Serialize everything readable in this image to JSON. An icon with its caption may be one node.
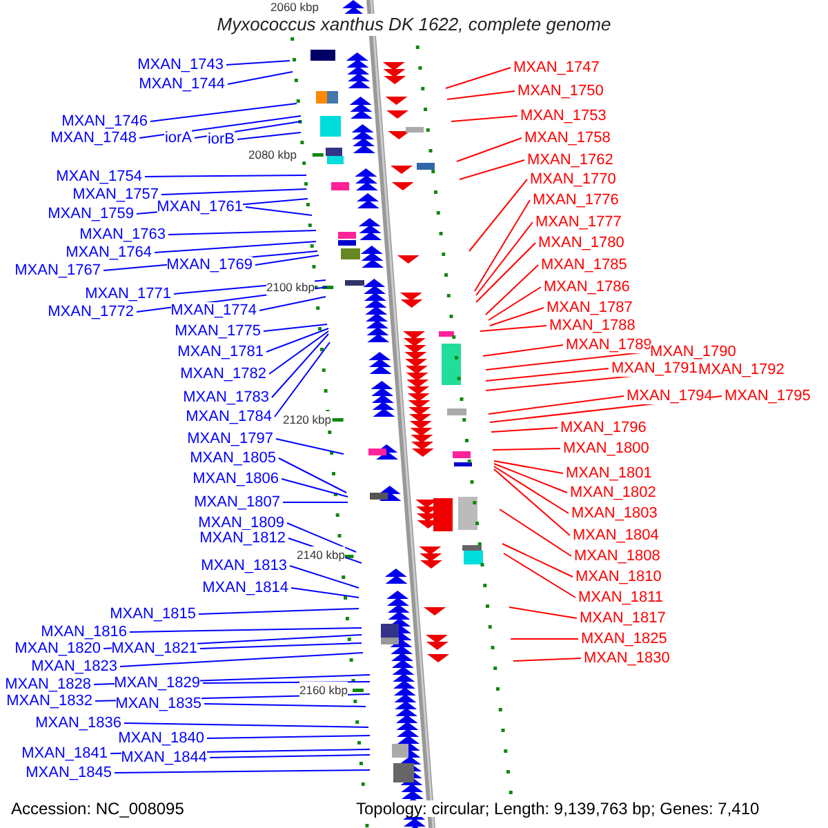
{
  "diagram": {
    "title": "Myxococcus xanthus DK 1622, complete genome",
    "nodes": [
      {
        "text": [
          "MXAN_1743"
        ]
      },
      {
        "text": [
          "MXAN_1744"
        ]
      },
      {
        "text": [
          "MXAN_1746"
        ]
      },
      {
        "text": [
          "MXAN_1748"
        ]
      },
      {
        "text": [
          "iorA"
        ]
      },
      {
        "text": [
          "iorB"
        ]
      },
      {
        "text": [
          "MXAN_1754"
        ]
      },
      {
        "text": [
          "MXAN_1757"
        ]
      },
      {
        "text": [
          "MXAN_1759"
        ]
      },
      {
        "text": [
          "MXAN_1761"
        ]
      },
      {
        "text": [
          "MXAN_1763"
        ]
      },
      {
        "text": [
          "MXAN_1764"
        ]
      },
      {
        "text": [
          "MXAN_1767"
        ]
      },
      {
        "text": [
          "MXAN_1769"
        ]
      },
      {
        "text": [
          "MXAN_1771"
        ]
      },
      {
        "text": [
          "MXAN_1772"
        ]
      },
      {
        "text": [
          "MXAN_1774"
        ]
      },
      {
        "text": [
          "MXAN_1775"
        ]
      },
      {
        "text": [
          "MXAN_1781"
        ]
      },
      {
        "text": [
          "MXAN_1782"
        ]
      },
      {
        "text": [
          "MXAN_1783"
        ]
      },
      {
        "text": [
          "MXAN_1784"
        ]
      },
      {
        "text": [
          "MXAN_1797"
        ]
      },
      {
        "text": [
          "MXAN_1805"
        ]
      },
      {
        "text": [
          "MXAN_1806"
        ]
      },
      {
        "text": [
          "MXAN_1807"
        ]
      },
      {
        "text": [
          "MXAN_1809"
        ]
      },
      {
        "text": [
          "MXAN_1812"
        ]
      },
      {
        "text": [
          "MXAN_1813"
        ]
      },
      {
        "text": [
          "MXAN_1814"
        ]
      },
      {
        "text": [
          "MXAN_1815"
        ]
      },
      {
        "text": [
          "MXAN_1816"
        ]
      },
      {
        "text": [
          "MXAN_1820"
        ]
      },
      {
        "text": [
          "MXAN_1821"
        ]
      },
      {
        "text": [
          "MXAN_1823"
        ]
      },
      {
        "text": [
          "MXAN_1828"
        ]
      },
      {
        "text": [
          "MXAN_1829"
        ]
      },
      {
        "text": [
          "MXAN_1832"
        ]
      },
      {
        "text": [
          "MXAN_1835"
        ]
      },
      {
        "text": [
          "MXAN_1836"
        ]
      },
      {
        "text": [
          "MXAN_1840"
        ]
      },
      {
        "text": [
          "MXAN_1841"
        ]
      },
      {
        "text": [
          "MXAN_1844"
        ]
      },
      {
        "text": [
          "MXAN_1845"
        ]
      },
      {
        "text": [
          "MXAN_1747"
        ]
      },
      {
        "text": [
          "MXAN_1750"
        ]
      },
      {
        "text": [
          "MXAN_1753"
        ]
      },
      {
        "text": [
          "MXAN_1758"
        ]
      },
      {
        "text": [
          "MXAN_1762"
        ]
      },
      {
        "text": [
          "MXAN_1770"
        ]
      },
      {
        "text": [
          "MXAN_1776"
        ]
      },
      {
        "text": [
          "MXAN_1777"
        ]
      },
      {
        "text": [
          "MXAN_1780"
        ]
      },
      {
        "text": [
          "MXAN_1785"
        ]
      },
      {
        "text": [
          "MXAN_1786"
        ]
      },
      {
        "text": [
          "MXAN_1787"
        ]
      },
      {
        "text": [
          "MXAN_1788"
        ]
      },
      {
        "text": [
          "MXAN_1789"
        ]
      },
      {
        "text": [
          "MXAN_1790"
        ]
      },
      {
        "text": [
          "MXAN_1791"
        ]
      },
      {
        "text": [
          "MXAN_1792"
        ]
      },
      {
        "text": [
          "MXAN_1794"
        ]
      },
      {
        "text": [
          "MXAN_1795"
        ]
      },
      {
        "text": [
          "MXAN_1796"
        ]
      },
      {
        "text": [
          "MXAN_1800"
        ]
      },
      {
        "text": [
          "MXAN_1801"
        ]
      },
      {
        "text": [
          "MXAN_1802"
        ]
      },
      {
        "text": [
          "MXAN_1803"
        ]
      },
      {
        "text": [
          "MXAN_1804"
        ]
      },
      {
        "text": [
          "MXAN_1808"
        ]
      },
      {
        "text": [
          "MXAN_1810"
        ]
      },
      {
        "text": [
          "MXAN_1811"
        ]
      },
      {
        "text": [
          "MXAN_1817"
        ]
      },
      {
        "text": [
          "MXAN_1825"
        ]
      },
      {
        "text": [
          "MXAN_1830"
        ]
      }
    ],
    "edges": [
      {
        "from": 0,
        "to": null,
        "arrow": "none"
      },
      {
        "from": 1,
        "to": null,
        "arrow": "none"
      },
      {
        "from": 2,
        "to": null,
        "arrow": "none"
      },
      {
        "from": 3,
        "to": null,
        "arrow": "none"
      },
      {
        "from": 4,
        "to": null,
        "arrow": "none"
      },
      {
        "from": 5,
        "to": null,
        "arrow": "none"
      },
      {
        "from": 6,
        "to": null,
        "arrow": "none"
      },
      {
        "from": 7,
        "to": null,
        "arrow": "none"
      },
      {
        "from": 8,
        "to": null,
        "arrow": "none"
      },
      {
        "from": 9,
        "to": null,
        "arrow": "none"
      },
      {
        "from": 10,
        "to": null,
        "arrow": "none"
      },
      {
        "from": 11,
        "to": null,
        "arrow": "none"
      },
      {
        "from": 12,
        "to": null,
        "arrow": "none"
      },
      {
        "from": 13,
        "to": null,
        "arrow": "none"
      },
      {
        "from": 14,
        "to": null,
        "arrow": "none"
      },
      {
        "from": 15,
        "to": null,
        "arrow": "none"
      },
      {
        "from": 16,
        "to": null,
        "arrow": "none"
      },
      {
        "from": 17,
        "to": null,
        "arrow": "none"
      },
      {
        "from": 18,
        "to": null,
        "arrow": "none"
      },
      {
        "from": 19,
        "to": null,
        "arrow": "none"
      },
      {
        "from": 20,
        "to": null,
        "arrow": "none"
      },
      {
        "from": 21,
        "to": null,
        "arrow": "none"
      },
      {
        "from": 22,
        "to": null,
        "arrow": "none"
      },
      {
        "from": 23,
        "to": null,
        "arrow": "none"
      },
      {
        "from": 24,
        "to": null,
        "arrow": "none"
      },
      {
        "from": 25,
        "to": null,
        "arrow": "none"
      },
      {
        "from": 26,
        "to": null,
        "arrow": "none"
      },
      {
        "from": 27,
        "to": null,
        "arrow": "none"
      },
      {
        "from": 28,
        "to": null,
        "arrow": "none"
      },
      {
        "from": 29,
        "to": null,
        "arrow": "none"
      },
      {
        "from": 30,
        "to": null,
        "arrow": "none"
      },
      {
        "from": 31,
        "to": null,
        "arrow": "none"
      },
      {
        "from": 32,
        "to": null,
        "arrow": "none"
      },
      {
        "from": 33,
        "to": null,
        "arrow": "none"
      },
      {
        "from": 34,
        "to": null,
        "arrow": "none"
      },
      {
        "from": 35,
        "to": null,
        "arrow": "none"
      },
      {
        "from": 36,
        "to": null,
        "arrow": "none"
      },
      {
        "from": 37,
        "to": null,
        "arrow": "none"
      },
      {
        "from": 38,
        "to": null,
        "arrow": "none"
      },
      {
        "from": 39,
        "to": null,
        "arrow": "none"
      },
      {
        "from": 40,
        "to": null,
        "arrow": "none"
      },
      {
        "from": 41,
        "to": null,
        "arrow": "none"
      },
      {
        "from": 42,
        "to": null,
        "arrow": "none"
      },
      {
        "from": 43,
        "to": null,
        "arrow": "none"
      },
      {
        "from": 44,
        "to": null,
        "arrow": "none",
        "color": "#ff0000"
      },
      {
        "from": 45,
        "to": null,
        "arrow": "none",
        "color": "#ff0000"
      },
      {
        "from": 46,
        "to": null,
        "arrow": "none",
        "color": "#ff0000"
      },
      {
        "from": 47,
        "to": null,
        "arrow": "none",
        "color": "#ff0000"
      },
      {
        "from": 48,
        "to": null,
        "arrow": "none",
        "color": "#ff0000"
      },
      {
        "from": 49,
        "to": null,
        "arrow": "none",
        "color": "#ff0000"
      },
      {
        "from": 50,
        "to": null,
        "arrow": "none",
        "color": "#ff0000"
      },
      {
        "from": 51,
        "to": null,
        "arrow": "none",
        "color": "#ff0000"
      },
      {
        "from": 52,
        "to": null,
        "arrow": "none",
        "color": "#ff0000"
      },
      {
        "from": 53,
        "to": null,
        "arrow": "none",
        "color": "#ff0000"
      },
      {
        "from": 54,
        "to": null,
        "arrow": "none",
        "color": "#ff0000"
      },
      {
        "from": 55,
        "to": null,
        "arrow": "none",
        "color": "#ff0000"
      },
      {
        "from": 56,
        "to": null,
        "arrow": "none",
        "color": "#ff0000"
      },
      {
        "from": 57,
        "to": null,
        "arrow": "none",
        "color": "#ff0000"
      },
      {
        "from": 58,
        "to": null,
        "arrow": "none",
        "color": "#ff0000"
      },
      {
        "from": 59,
        "to": null,
        "arrow": "none",
        "color": "#ff0000"
      },
      {
        "from": 60,
        "to": null,
        "arrow": "none",
        "color": "#ff0000"
      },
      {
        "from": 61,
        "to": null,
        "arrow": "none",
        "color": "#ff0000"
      },
      {
        "from": 62,
        "to": null,
        "arrow": "none",
        "color": "#ff0000"
      },
      {
        "from": 63,
        "to": null,
        "arrow": "none",
        "color": "#ff0000"
      },
      {
        "from": 64,
        "to": null,
        "arrow": "none",
        "color": "#ff0000"
      },
      {
        "from": 65,
        "to": null,
        "arrow": "none",
        "color": "#ff0000"
      },
      {
        "from": 66,
        "to": null,
        "arrow": "none",
        "color": "#ff0000"
      },
      {
        "from": 67,
        "to": null,
        "arrow": "none",
        "color": "#ff0000"
      },
      {
        "from": 68,
        "to": null,
        "arrow": "none",
        "color": "#ff0000"
      },
      {
        "from": 69,
        "to": null,
        "arrow": "none",
        "color": "#ff0000"
      },
      {
        "from": 70,
        "to": null,
        "arrow": "none",
        "color": "#ff0000"
      },
      {
        "from": 71,
        "to": null,
        "arrow": "none",
        "color": "#ff0000"
      },
      {
        "from": 72,
        "to": null,
        "arrow": "none",
        "color": "#ff0000"
      },
      {
        "from": 73,
        "to": null,
        "arrow": "none",
        "color": "#ff0000"
      },
      {
        "from": 74,
        "to": null,
        "arrow": "none",
        "color": "#ff0000"
      }
    ],
    "labels": [
      "2060 kbp",
      "2080 kbp",
      "2100 kbp",
      "2120 kbp",
      "2140 kbp",
      "2160 kbp",
      "Accession: NC_008095",
      "Topology: circular; Length: 9,139,763 bp; Genes: 7,410"
    ]
  }
}
